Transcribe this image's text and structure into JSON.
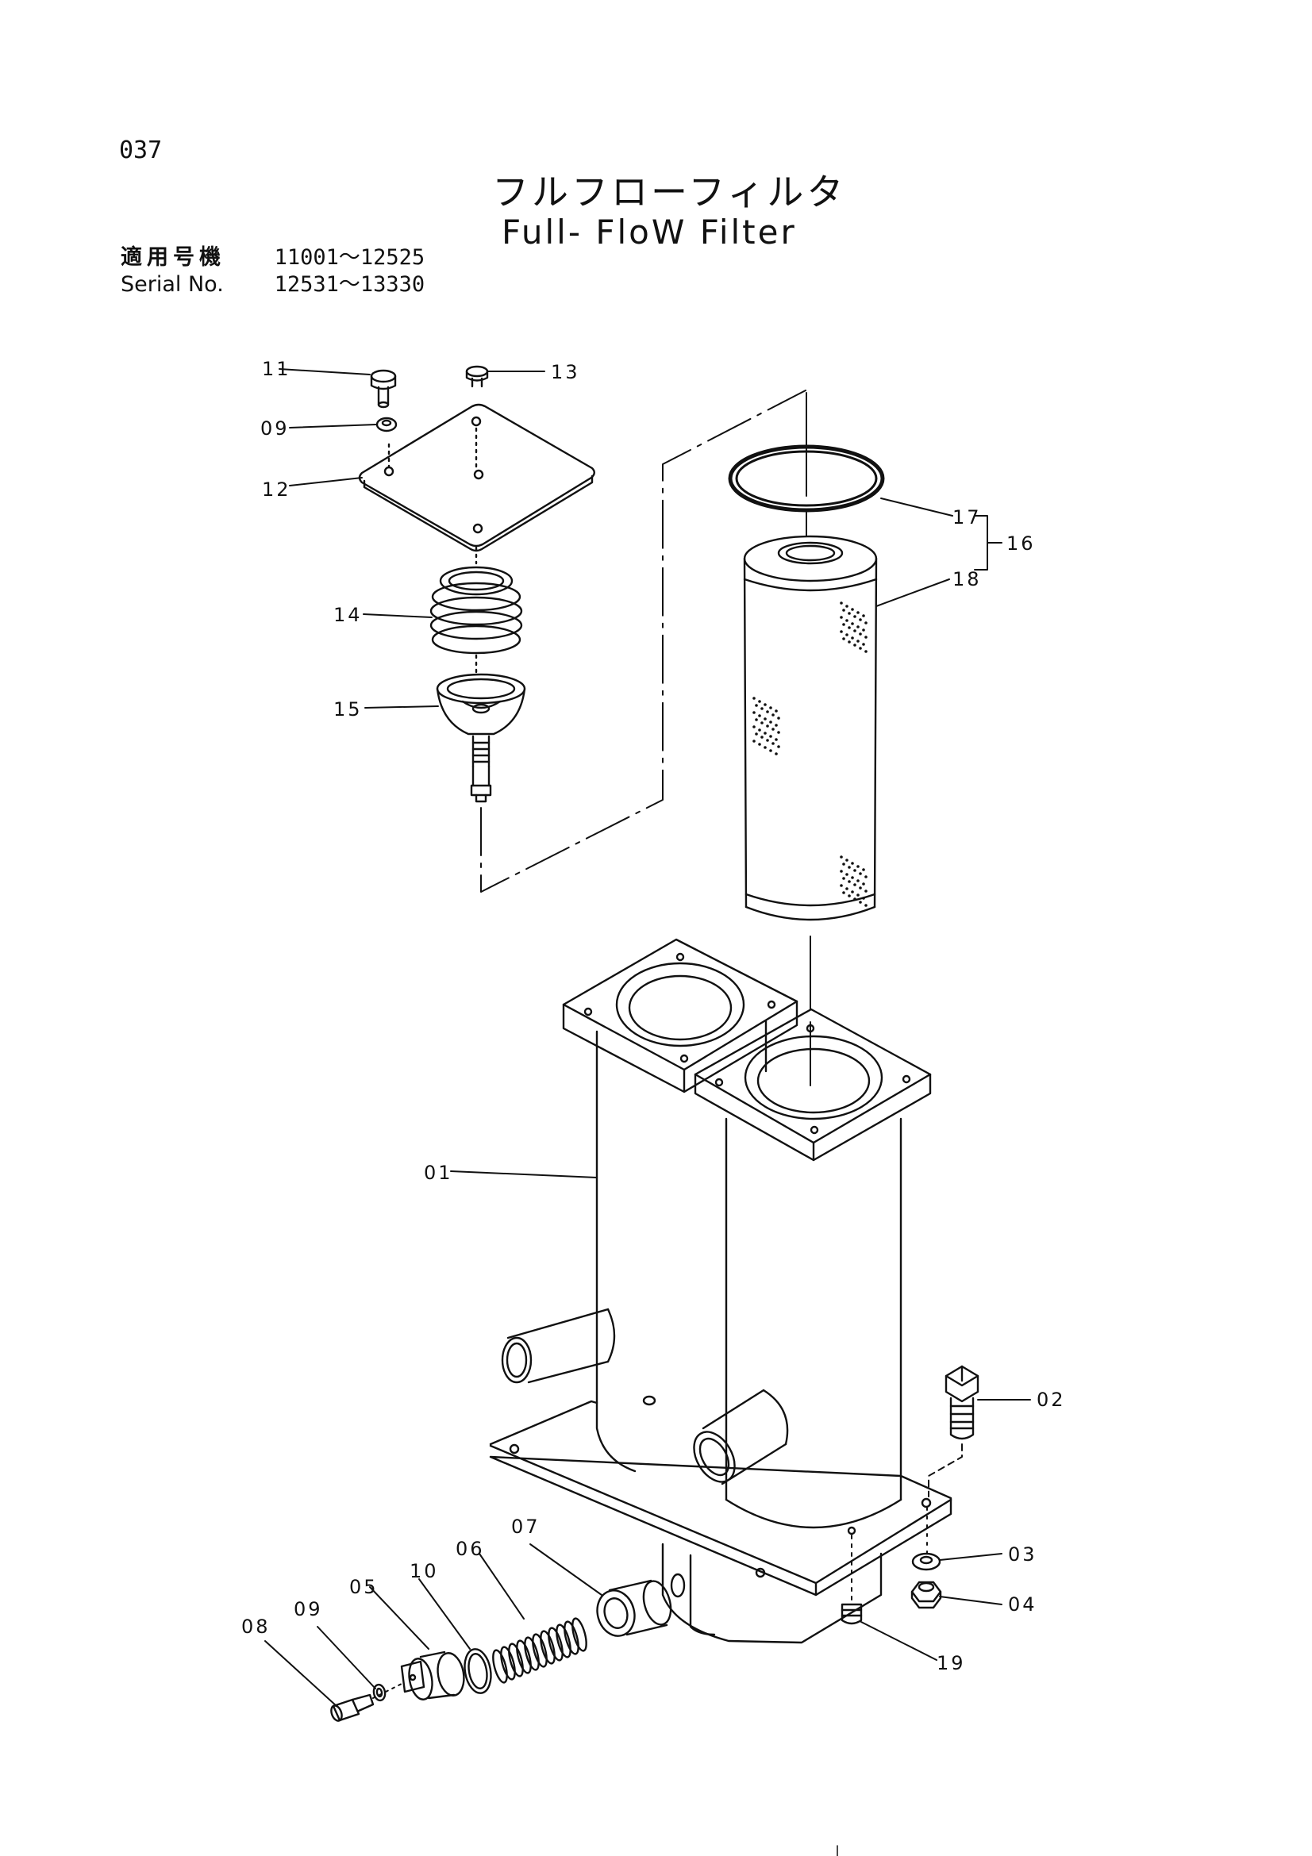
{
  "page": {
    "number": "037",
    "title_jp": "フルフローフィルタ",
    "title_en": "Full- FloW Filter"
  },
  "serial": [
    {
      "label": "適用号機",
      "range": "11001～12525"
    },
    {
      "label": "Serial No.",
      "range": "12531～13330"
    }
  ],
  "callouts": {
    "c01": "01",
    "c02": "02",
    "c03": "03",
    "c04": "04",
    "c05": "05",
    "c06": "06",
    "c07": "07",
    "c08": "08",
    "c09a": "09",
    "c09b": "09",
    "c10": "10",
    "c11": "11",
    "c12": "12",
    "c13": "13",
    "c14": "14",
    "c15": "15",
    "c16": "16",
    "c17": "17",
    "c18": "18",
    "c19": "19"
  },
  "colors": {
    "ink": "#111111",
    "paper": "#ffffff"
  }
}
